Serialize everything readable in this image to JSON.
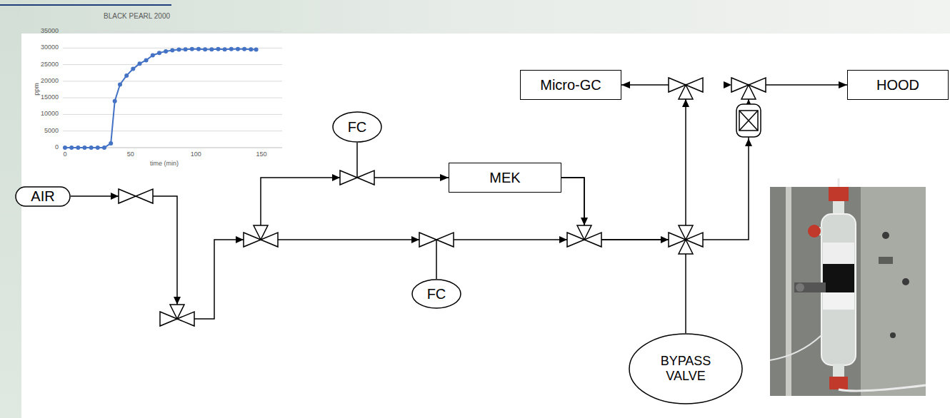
{
  "diagram": {
    "nodes": [
      {
        "text": [
          "AIR"
        ]
      },
      {
        "text": [
          "FC"
        ]
      },
      {
        "text": [
          "MEK"
        ]
      },
      {
        "text": [
          "FC"
        ]
      },
      {
        "text": [
          "BYPASS VALVE"
        ]
      },
      {
        "text": [
          "Micro-GC"
        ]
      },
      {
        "text": [
          "HOOD"
        ]
      }
    ],
    "edges": [
      {
        "from": 0,
        "to": 2,
        "arrow": "to"
      },
      {
        "from": 2,
        "to": 5,
        "arrow": "to"
      },
      {
        "from": 2,
        "to": 6,
        "arrow": "to"
      }
    ],
    "labels": [
      "BLACK PEARL 2000",
      "35000",
      "30000",
      "25000",
      "20000",
      "15000",
      "10000",
      "5000",
      "0",
      "0",
      "50",
      "100",
      "150",
      "time (min)",
      "ppm"
    ]
  }
}
